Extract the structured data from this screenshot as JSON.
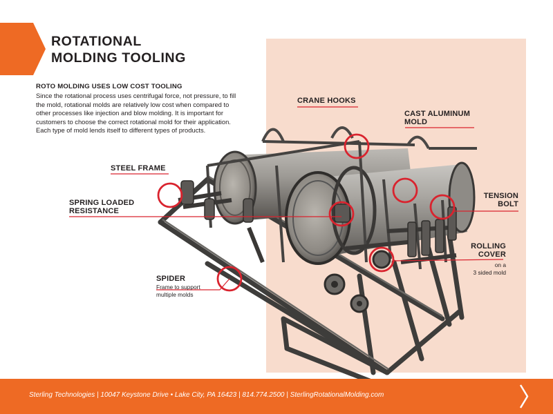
{
  "title": {
    "line1": "ROTATIONAL",
    "line2": "MOLDING TOOLING"
  },
  "intro": {
    "heading": "ROTO MOLDING USES LOW COST TOOLING",
    "body": "Since the rotational process uses centrifugal force, not pressure, to fill the mold, rotational molds are relatively low cost when compared to other processes like injection and blow molding. It is important for customers to choose the correct rotational mold for their application. Each type of mold lends itself to different types of products."
  },
  "callouts": {
    "crane_hooks": "CRANE HOOKS",
    "cast_aluminum_line1": "CAST ALUMINUM",
    "cast_aluminum_line2": "MOLD",
    "steel_frame": "STEEL FRAME",
    "tension_line1": "TENSION",
    "tension_line2": "BOLT",
    "spring_line1": "SPRING LOADED",
    "spring_line2": "RESISTANCE",
    "rolling_line1": "ROLLING",
    "rolling_line2": "COVER",
    "rolling_sub1": "on a",
    "rolling_sub2": "3 sided mold",
    "spider": "SPIDER",
    "spider_sub1": "Frame to support",
    "spider_sub2": "multiple molds"
  },
  "footer": {
    "text": "Sterling Technologies  |  10047 Keystone Drive • Lake City, PA 16423 | 814.774.2500  |  SterlingRotationalMolding.com"
  },
  "colors": {
    "brand_orange": "#ee6a24",
    "callout_red": "#d9232e",
    "panel_peach": "#f8dccd"
  },
  "icons": [
    "chevron-right-icon"
  ]
}
